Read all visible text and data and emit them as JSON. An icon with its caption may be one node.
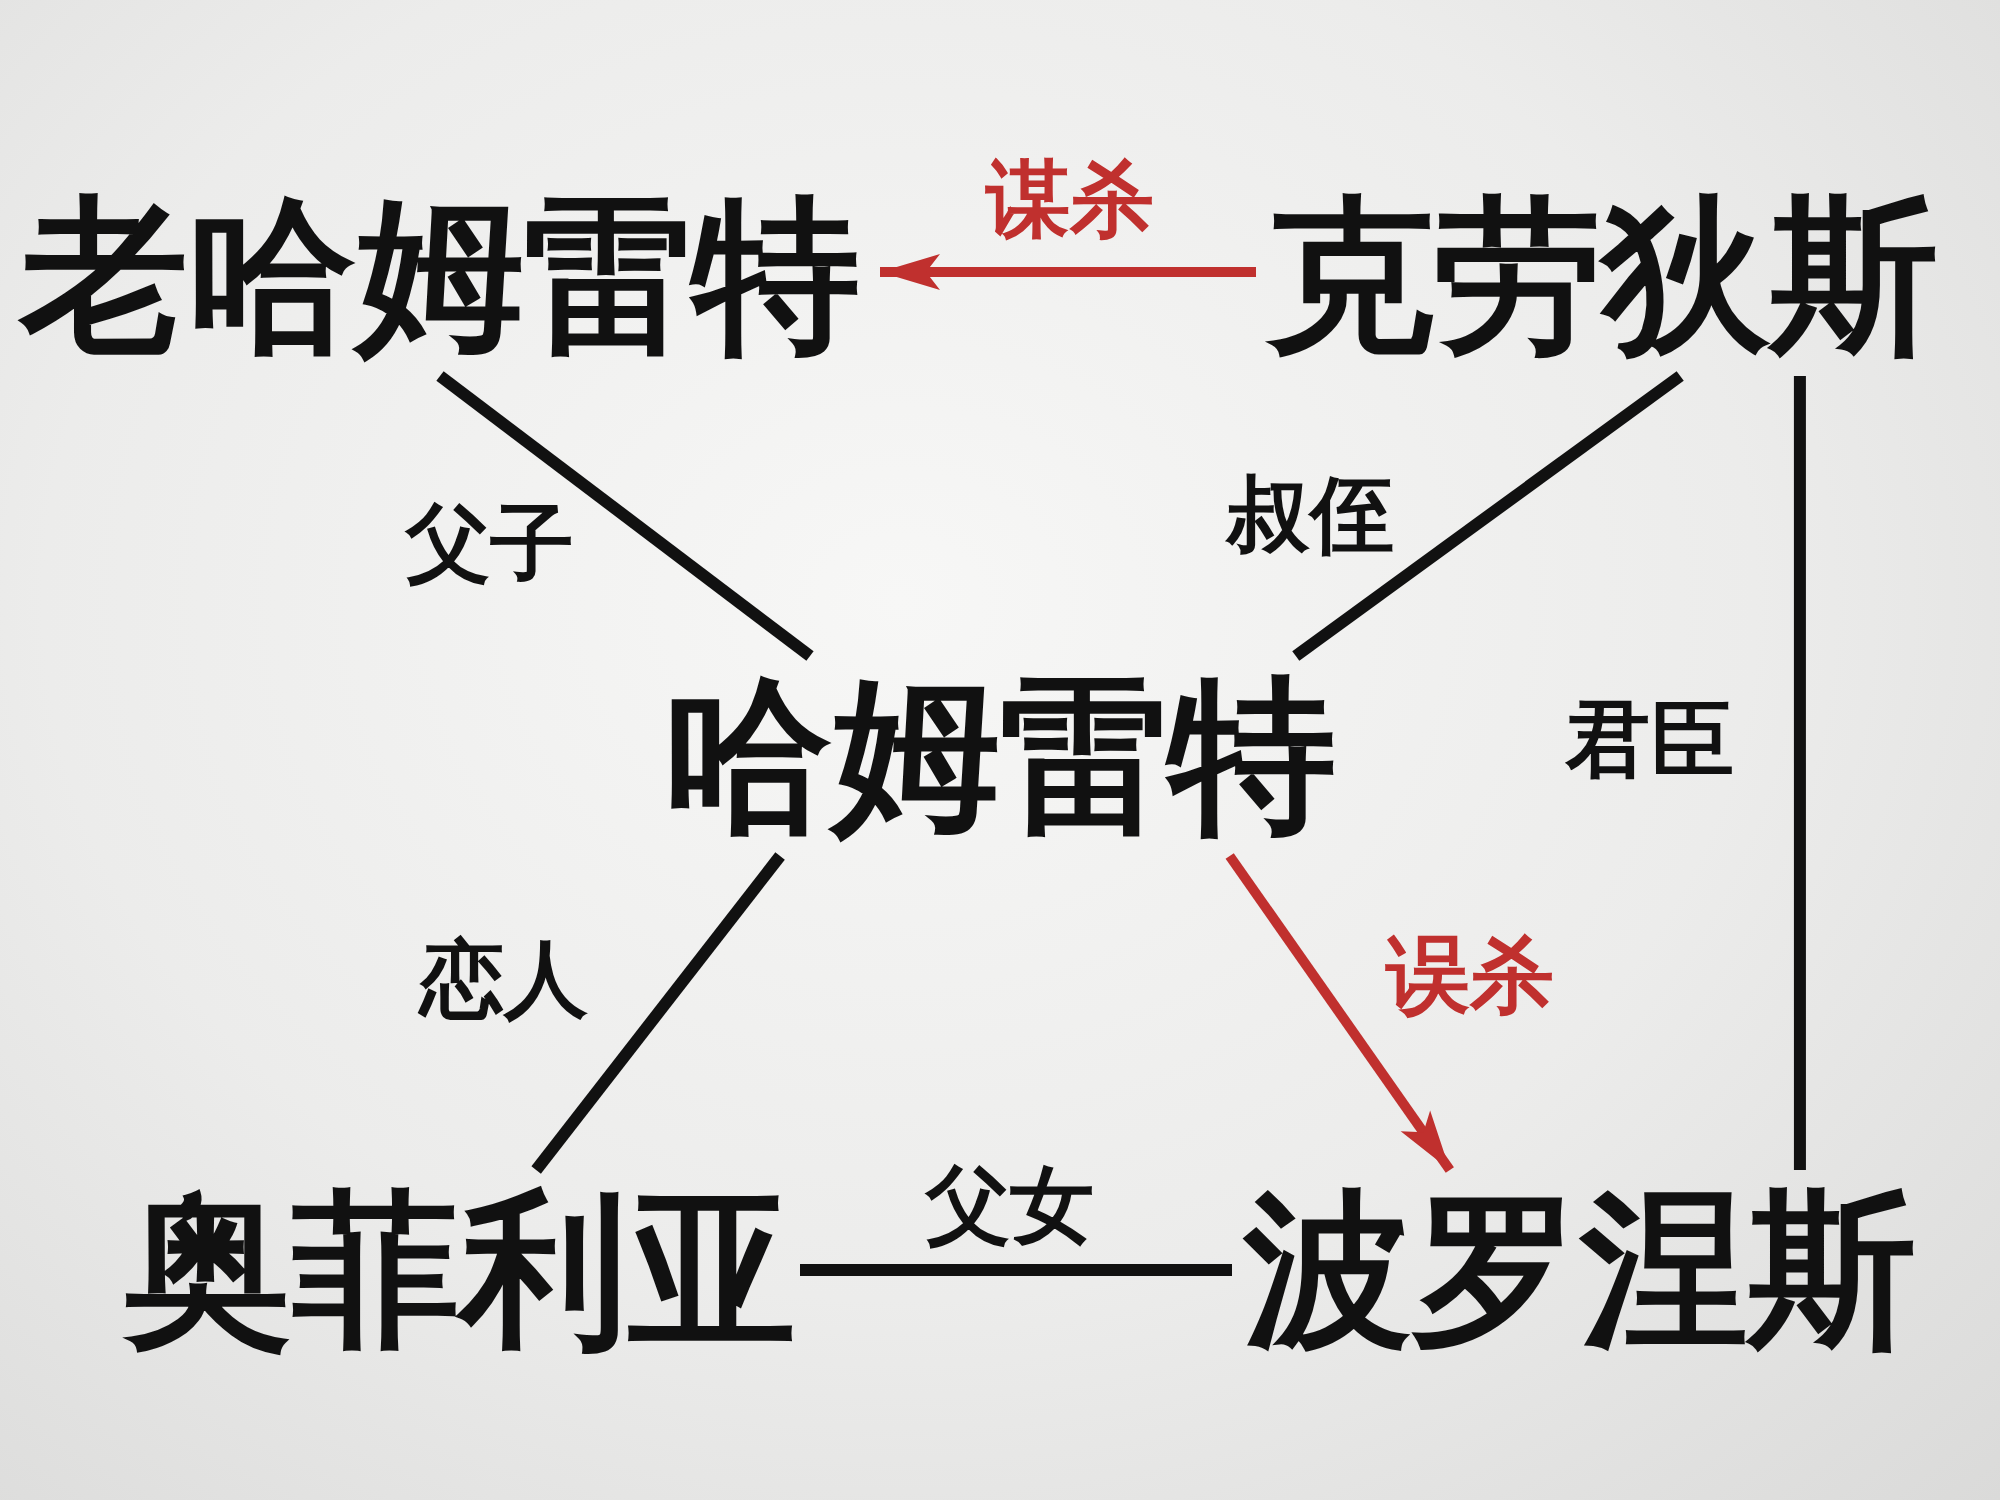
{
  "diagram": {
    "nodes": [
      {
        "text": [
          "老哈姆雷特"
        ]
      },
      {
        "text": [
          "克劳狄斯"
        ]
      },
      {
        "text": [
          "哈姆雷特"
        ]
      },
      {
        "text": [
          "奥菲利亚"
        ]
      },
      {
        "text": [
          "波罗涅斯"
        ]
      }
    ],
    "edges": [
      {
        "from": 1,
        "to": 0,
        "arrow": "to",
        "label": "谋杀",
        "color": "#c0302e"
      },
      {
        "from": 0,
        "to": 2,
        "arrow": "none",
        "label": "父子"
      },
      {
        "from": 1,
        "to": 2,
        "arrow": "none",
        "label": "叔侄"
      },
      {
        "from": 1,
        "to": 4,
        "arrow": "none",
        "label": "君臣"
      },
      {
        "from": 2,
        "to": 4,
        "arrow": "to",
        "label": "误杀",
        "color": "#c0302e"
      },
      {
        "from": 2,
        "to": 3,
        "arrow": "none",
        "label": "恋人"
      },
      {
        "from": 3,
        "to": 4,
        "arrow": "none",
        "label": "父女"
      }
    ]
  }
}
